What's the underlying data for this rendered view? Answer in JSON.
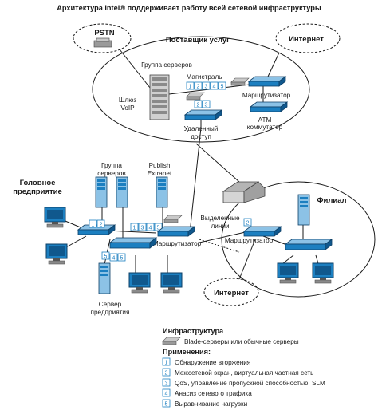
{
  "title": "Архитектура Intel® поддерживает работу всей сетевой инфраструктуры",
  "nodes": {
    "pstn": "PSTN",
    "internet_top": "Интернет",
    "provider": "Поставщик услуг",
    "server_group_provider": "Группа серверов",
    "backbone": "Магистраль",
    "voip_gateway": [
      "Шлюз",
      "VoIP"
    ],
    "router_provider": "Маршрутизатор",
    "atm_switch": [
      "ATM",
      "коммутатор"
    ],
    "remote_access": [
      "Удаленный",
      "доступ"
    ],
    "hq": [
      "Головное",
      "предприятие"
    ],
    "server_group_hq": [
      "Группа",
      "серверов"
    ],
    "publish_extranet": [
      "Publish",
      "Extranet"
    ],
    "router_hq": "Маршрутизатор",
    "leased_lines": [
      "Выделенные",
      "линии"
    ],
    "branch": "Филиал",
    "router_branch": "Маршрутизатор",
    "internet_bottom": "Интернет",
    "enterprise_server": [
      "Сервер",
      "предприятия"
    ]
  },
  "badges": {
    "backbone": [
      "1",
      "2",
      "3",
      "4",
      "5"
    ],
    "remote": [
      "2",
      "3"
    ],
    "hq_left": [
      "1",
      "2"
    ],
    "hq_mid": [
      "1",
      "3",
      "4",
      "5"
    ],
    "hq_low": [
      "4",
      "5"
    ],
    "hq_bottom": [
      "5"
    ],
    "branch": [
      "2"
    ]
  },
  "legend": {
    "infrastructure_heading": "Инфраструктура",
    "blade_label": "Blade-серверы или обычные серверы",
    "applications_heading": "Применения:",
    "items": [
      {
        "num": "1",
        "text": "Обнаружение вторжения"
      },
      {
        "num": "2",
        "text": "Межсетевой экран, виртуальная частная сеть"
      },
      {
        "num": "3",
        "text": "QoS, управление пропускной способностью, SLM"
      },
      {
        "num": "4",
        "text": "Анасиз сетевого трафика"
      },
      {
        "num": "5",
        "text": "Выравнивание нагрузки"
      }
    ]
  },
  "colors": {
    "device_blue": "#1c7fc0",
    "device_light": "#8cc2e6",
    "server_gray": "#9a9a9a",
    "line": "#1a1a1a"
  }
}
